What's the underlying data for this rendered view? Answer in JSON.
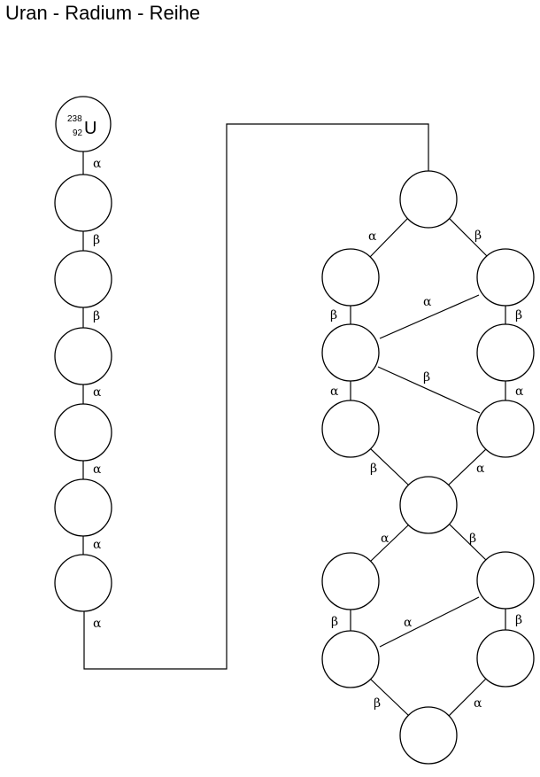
{
  "title": "Uran - Radium - Reihe",
  "start_nucleus": {
    "mass_number": "238",
    "atomic_number": "92",
    "symbol": "U"
  },
  "left_chain": {
    "transitions": [
      "α",
      "β",
      "β",
      "α",
      "α",
      "α",
      "α"
    ]
  },
  "right_section": {
    "upper_diamond": {
      "outer_left": [
        "α",
        "β",
        "α",
        "β"
      ],
      "outer_right": [
        "β",
        "β",
        "α",
        "α"
      ],
      "cross_alpha": "α",
      "cross_beta": "β"
    },
    "lower_diamond": {
      "outer_left": [
        "α",
        "β",
        "β"
      ],
      "outer_right": [
        "β",
        "β",
        "α"
      ],
      "cross_alpha": "α"
    }
  }
}
